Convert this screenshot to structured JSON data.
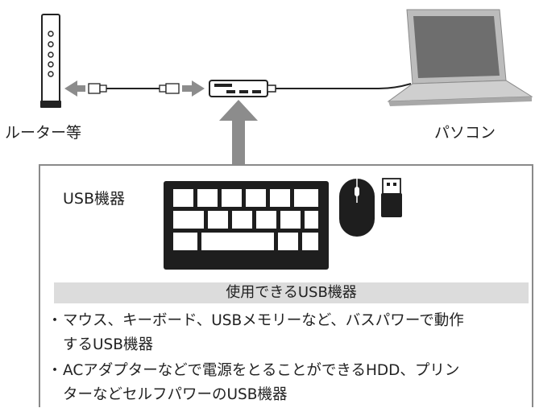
{
  "labels": {
    "router": "ルーター等",
    "pc": "パソコン",
    "usb_devices": "USB機器"
  },
  "usable_devices": {
    "header": "使用できるUSB機器",
    "bullet": "・",
    "items": [
      {
        "line1": "マウス、キーボード、USBメモリーなど、バスパワーで動作",
        "line2": "するUSB機器"
      },
      {
        "line1": "ACアダプターなどで電源をとることができるHDD、プリン",
        "line2": "ターなどセルフパワーのUSB機器"
      }
    ]
  },
  "colors": {
    "arrow": "#8c8c8c",
    "panel_border": "#8a8a8a",
    "header_bg": "#dcdcdc",
    "device_dark": "#1e1e1e",
    "laptop_frame": "#bcbcbc",
    "laptop_screen": "#6e6e6e"
  }
}
